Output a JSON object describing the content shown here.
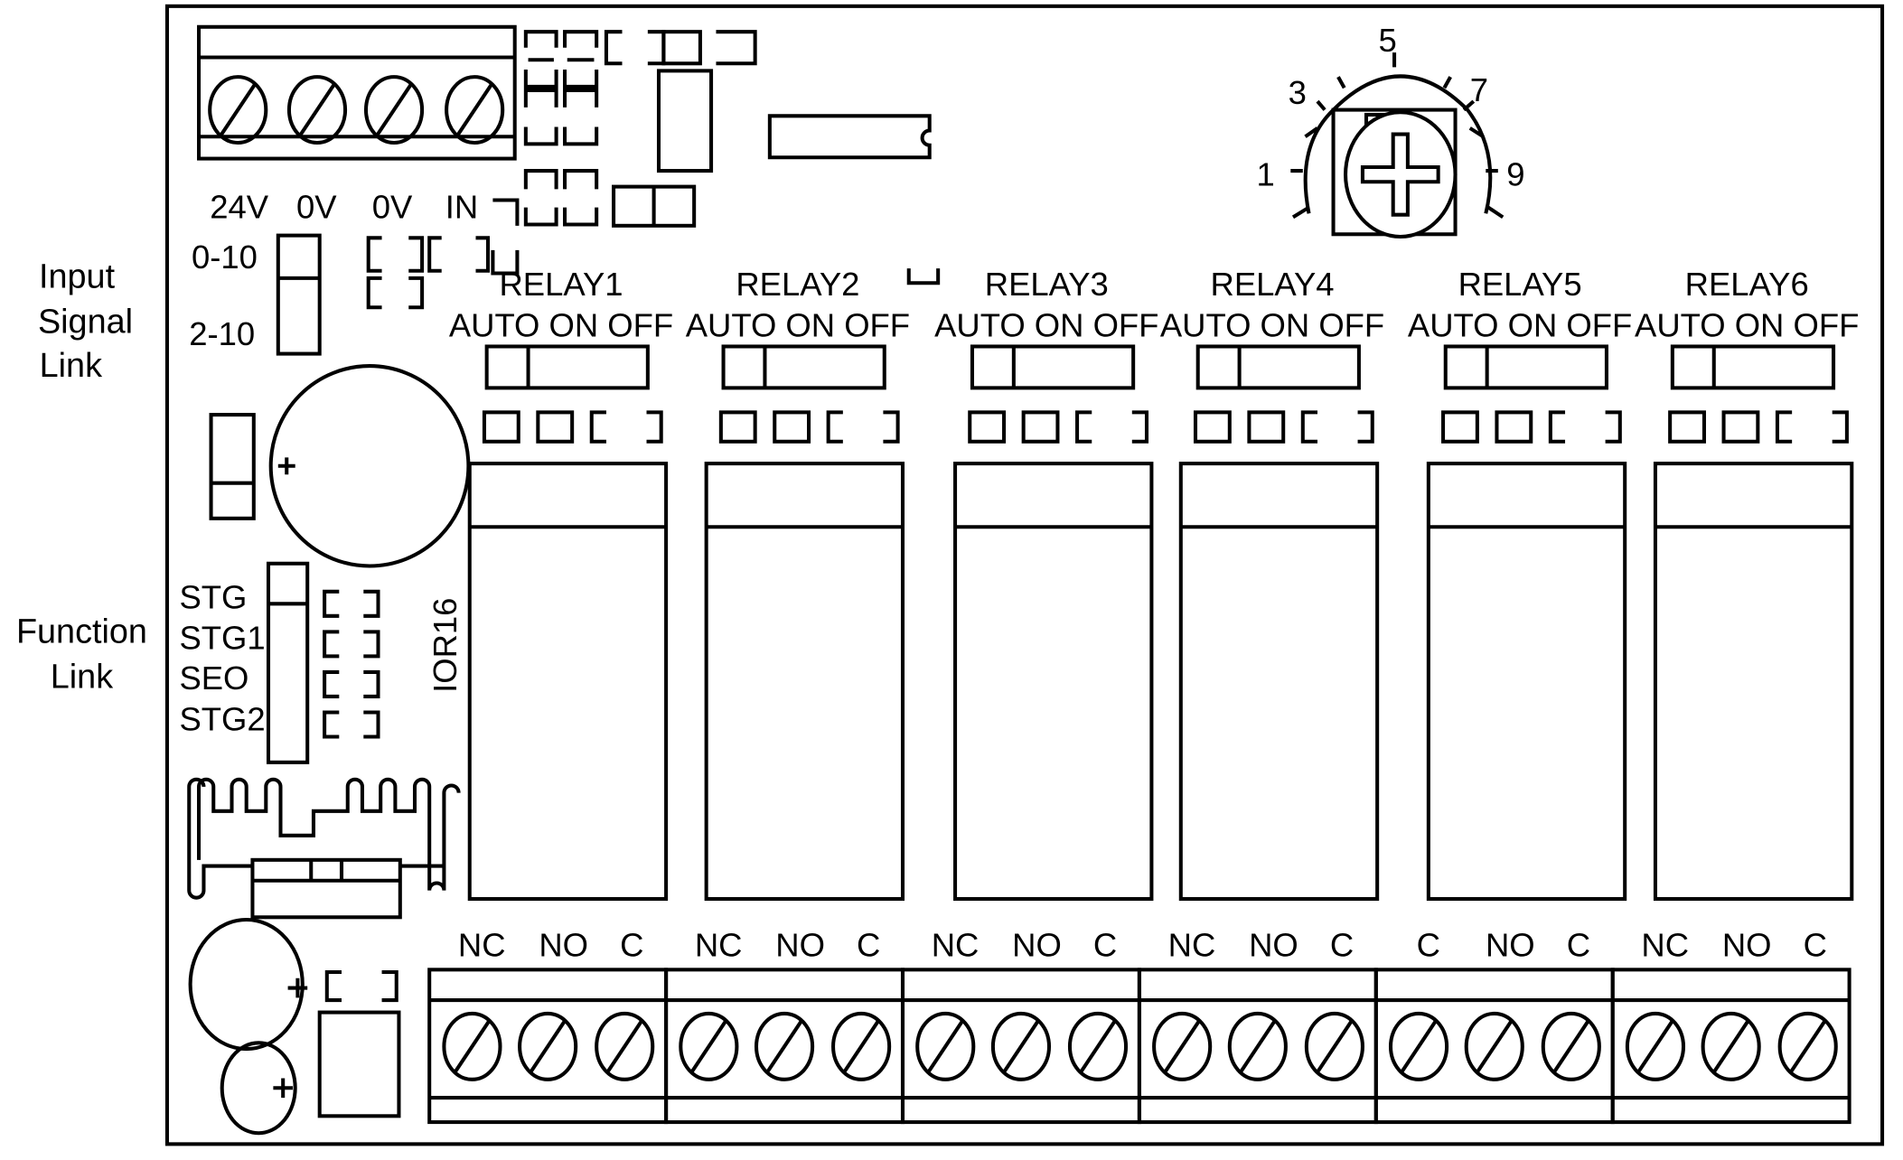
{
  "side_labels": {
    "input_signal_link": [
      "Input",
      "Signal",
      "Link"
    ],
    "function_link": [
      "Function",
      "Link"
    ]
  },
  "power_terminal": {
    "labels": [
      "24V",
      "0V",
      "0V",
      "IN"
    ]
  },
  "input_signal": {
    "range_1": "0-10",
    "range_2": "2-10"
  },
  "function_options": [
    "STG",
    "STG1",
    "SEO",
    "STG2"
  ],
  "chip_label": "IOR16",
  "potentiometer": {
    "scale": [
      "1",
      "3",
      "5",
      "7",
      "9"
    ]
  },
  "relays": [
    {
      "name": "RELAY1",
      "modes": "AUTO ON OFF",
      "contacts": [
        "NC",
        "NO",
        "C"
      ]
    },
    {
      "name": "RELAY2",
      "modes": "AUTO ON OFF",
      "contacts": [
        "NC",
        "NO",
        "C"
      ]
    },
    {
      "name": "RELAY3",
      "modes": "AUTO ON OFF",
      "contacts": [
        "NC",
        "NO",
        "C"
      ]
    },
    {
      "name": "RELAY4",
      "modes": "AUTO ON OFF",
      "contacts": [
        "NC",
        "NO",
        "C"
      ]
    },
    {
      "name": "RELAY5",
      "modes": "AUTO ON OFF",
      "contacts": [
        "C",
        "NO",
        "C"
      ]
    },
    {
      "name": "RELAY6",
      "modes": "AUTO ON OFF",
      "contacts": [
        "NC",
        "NO",
        "C"
      ]
    }
  ],
  "colors": {
    "stroke": "#000000",
    "background": "#ffffff"
  }
}
